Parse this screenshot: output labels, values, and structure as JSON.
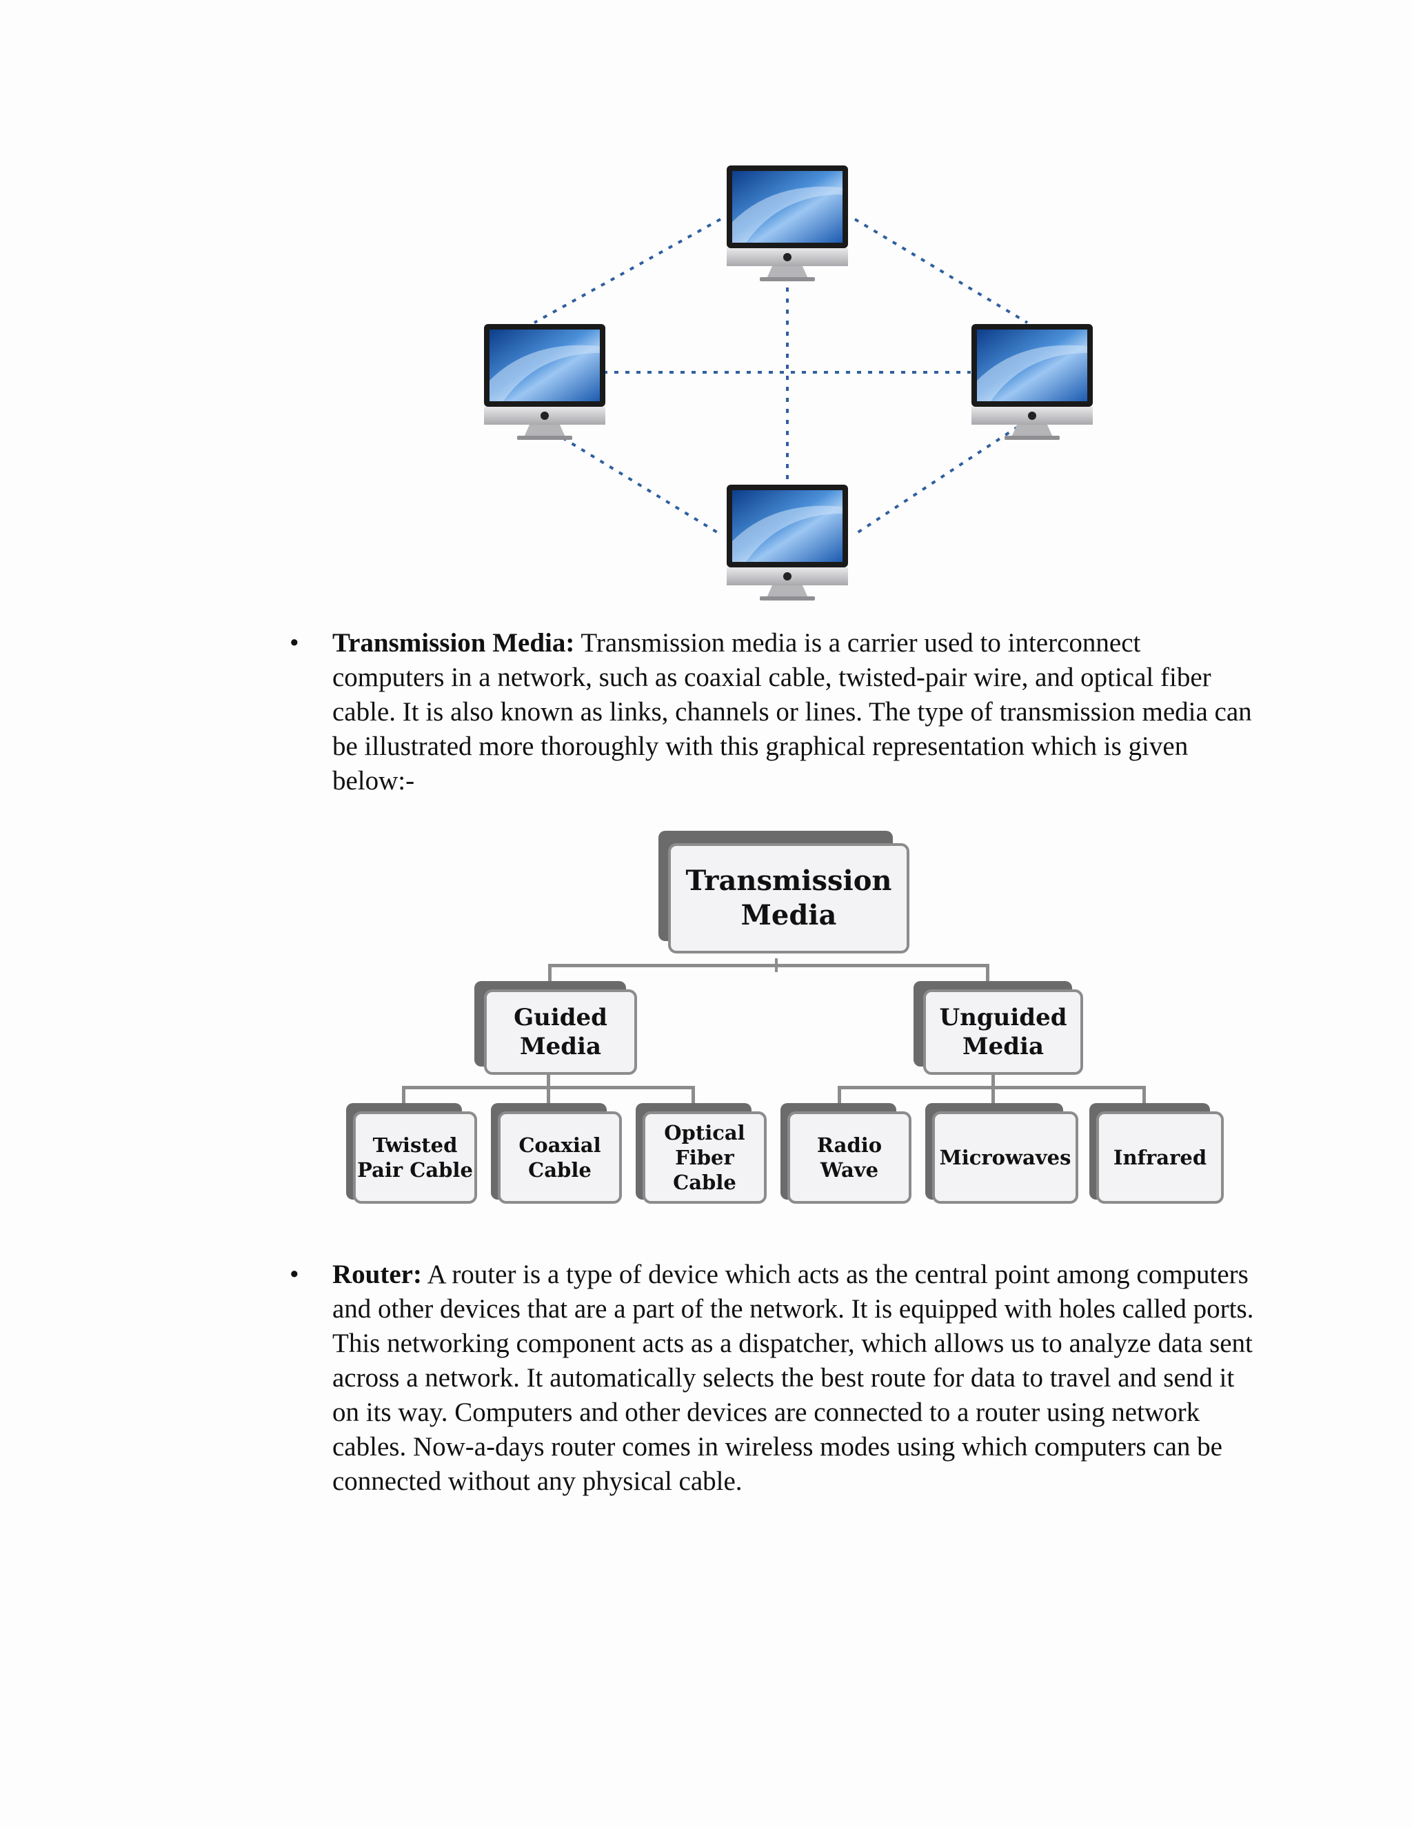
{
  "network_figure": {
    "computers": [
      "computer-top",
      "computer-left",
      "computer-right",
      "computer-bottom"
    ],
    "link_color": "#2f5f9e"
  },
  "transmission_media": {
    "bullet": "•",
    "term": "Transmission Media:",
    "text": " Transmission media is a carrier used to interconnect computers in a network, such as  coaxial cable, twisted-pair wire, and optical fiber cable. It is also known as links, channels or lines. The type of transmission media can be illustrated more thoroughly with this graphical representation which is given below:-"
  },
  "media_tree": {
    "root": "Transmission\nMedia",
    "guided": "Guided\nMedia",
    "unguided": "Unguided\nMedia",
    "guided_children": [
      "Twisted\nPair Cable",
      "Coaxial\nCable",
      "Optical\nFiber\nCable"
    ],
    "unguided_children": [
      "Radio\nWave",
      "Microwaves",
      "Infrared"
    ]
  },
  "router": {
    "bullet": "•",
    "term": "Router:",
    "text": " A router is a type of device which acts as the central point among computers and other devices that are a part of the network. It is equipped with holes called ports. This networking component acts as a dispatcher, which allows us to analyze data sent across a network. It automatically selects the best route for data to travel and send it on its way. Computers and other devices are connected to a router using network cables. Now-a-days router comes in wireless modes using which computers can be connected without any physical cable."
  }
}
